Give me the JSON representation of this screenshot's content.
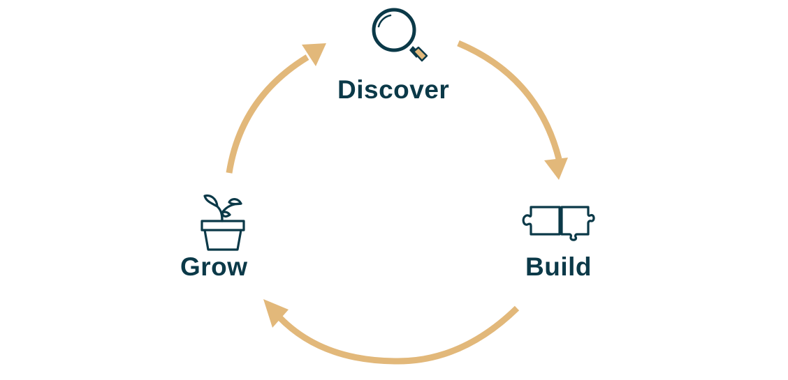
{
  "stages": [
    {
      "id": "discover",
      "label": "Discover",
      "icon": "magnifying-glass-icon"
    },
    {
      "id": "build",
      "label": "Build",
      "icon": "puzzle-pieces-icon"
    },
    {
      "id": "grow",
      "label": "Grow",
      "icon": "potted-plant-icon"
    }
  ],
  "colors": {
    "arrow": "#e2b87a",
    "icon": "#0b3948",
    "text": "#0b3948",
    "background": "#ffffff"
  }
}
